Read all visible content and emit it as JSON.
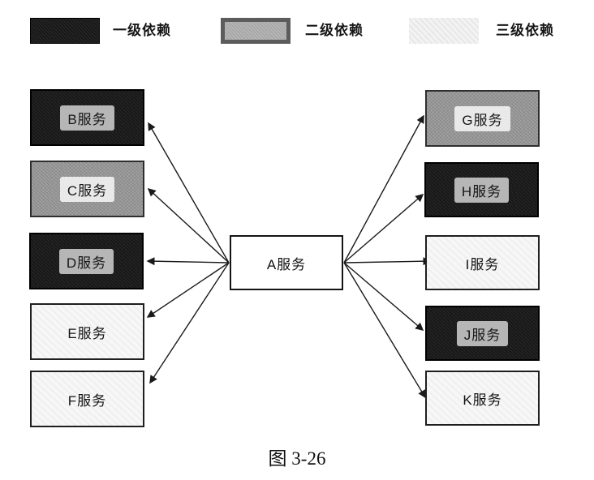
{
  "legend": {
    "items": [
      {
        "label": "一级依赖",
        "level": 1,
        "color": "#181818"
      },
      {
        "label": "二级依赖",
        "level": 2,
        "color": "#b4b4b4"
      },
      {
        "label": "三级依赖",
        "level": 3,
        "color": "#f3f3f3"
      }
    ]
  },
  "diagram": {
    "center": {
      "id": "A",
      "label": "A服务"
    },
    "left_nodes": [
      {
        "id": "B",
        "label": "B服务",
        "dependency_level": 1
      },
      {
        "id": "C",
        "label": "C服务",
        "dependency_level": 2
      },
      {
        "id": "D",
        "label": "D服务",
        "dependency_level": 1
      },
      {
        "id": "E",
        "label": "E服务",
        "dependency_level": 3
      },
      {
        "id": "F",
        "label": "F服务",
        "dependency_level": 3
      }
    ],
    "right_nodes": [
      {
        "id": "G",
        "label": "G服务",
        "dependency_level": 2
      },
      {
        "id": "H",
        "label": "H服务",
        "dependency_level": 1
      },
      {
        "id": "I",
        "label": "I服务",
        "dependency_level": 3
      },
      {
        "id": "J",
        "label": "J服务",
        "dependency_level": 1
      },
      {
        "id": "K",
        "label": "K服务",
        "dependency_level": 3
      }
    ],
    "edges": [
      {
        "from": "A服务",
        "to": "B服务"
      },
      {
        "from": "A服务",
        "to": "C服务"
      },
      {
        "from": "A服务",
        "to": "D服务"
      },
      {
        "from": "A服务",
        "to": "E服务"
      },
      {
        "from": "A服务",
        "to": "F服务"
      },
      {
        "from": "A服务",
        "to": "G服务"
      },
      {
        "from": "A服务",
        "to": "H服务"
      },
      {
        "from": "A服务",
        "to": "I服务"
      },
      {
        "from": "A服务",
        "to": "J服务"
      },
      {
        "from": "A服务",
        "to": "K服务"
      }
    ]
  },
  "caption": "图 3-26"
}
